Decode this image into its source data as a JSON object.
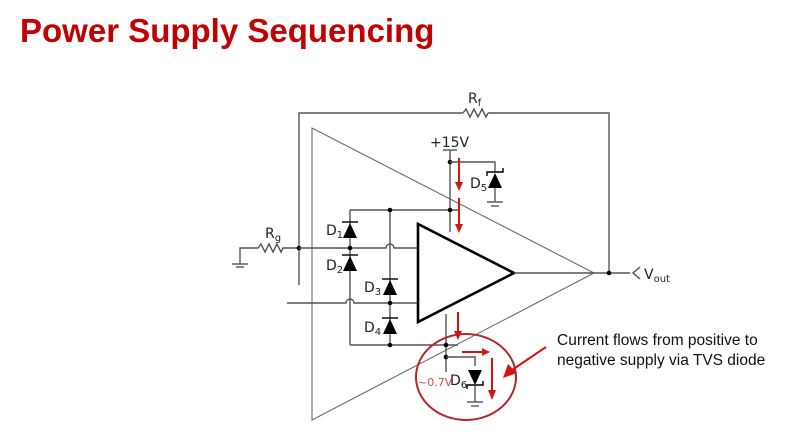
{
  "slide": {
    "title": "Power Supply Sequencing"
  },
  "circuit": {
    "feedback_resistor": {
      "label": "R",
      "subscript": "f"
    },
    "gain_resistor": {
      "label": "R",
      "subscript": "g"
    },
    "supply_label": "+15V",
    "output_label": {
      "label": "V",
      "subscript": "out"
    },
    "diodes": [
      {
        "label": "D",
        "subscript": "1"
      },
      {
        "label": "D",
        "subscript": "2"
      },
      {
        "label": "D",
        "subscript": "3"
      },
      {
        "label": "D",
        "subscript": "4"
      },
      {
        "label": "D",
        "subscript": "5",
        "type": "TVS"
      },
      {
        "label": "D",
        "subscript": "6",
        "type": "TVS"
      }
    ],
    "voltage_annotation": "~0.7V"
  },
  "annotation": {
    "line1": "Current flows from positive to",
    "line2": "negative supply via TVS diode"
  },
  "colors": {
    "title": "#c00000",
    "current_arrow": "#d11414",
    "highlight_circle": "#b3262e"
  }
}
